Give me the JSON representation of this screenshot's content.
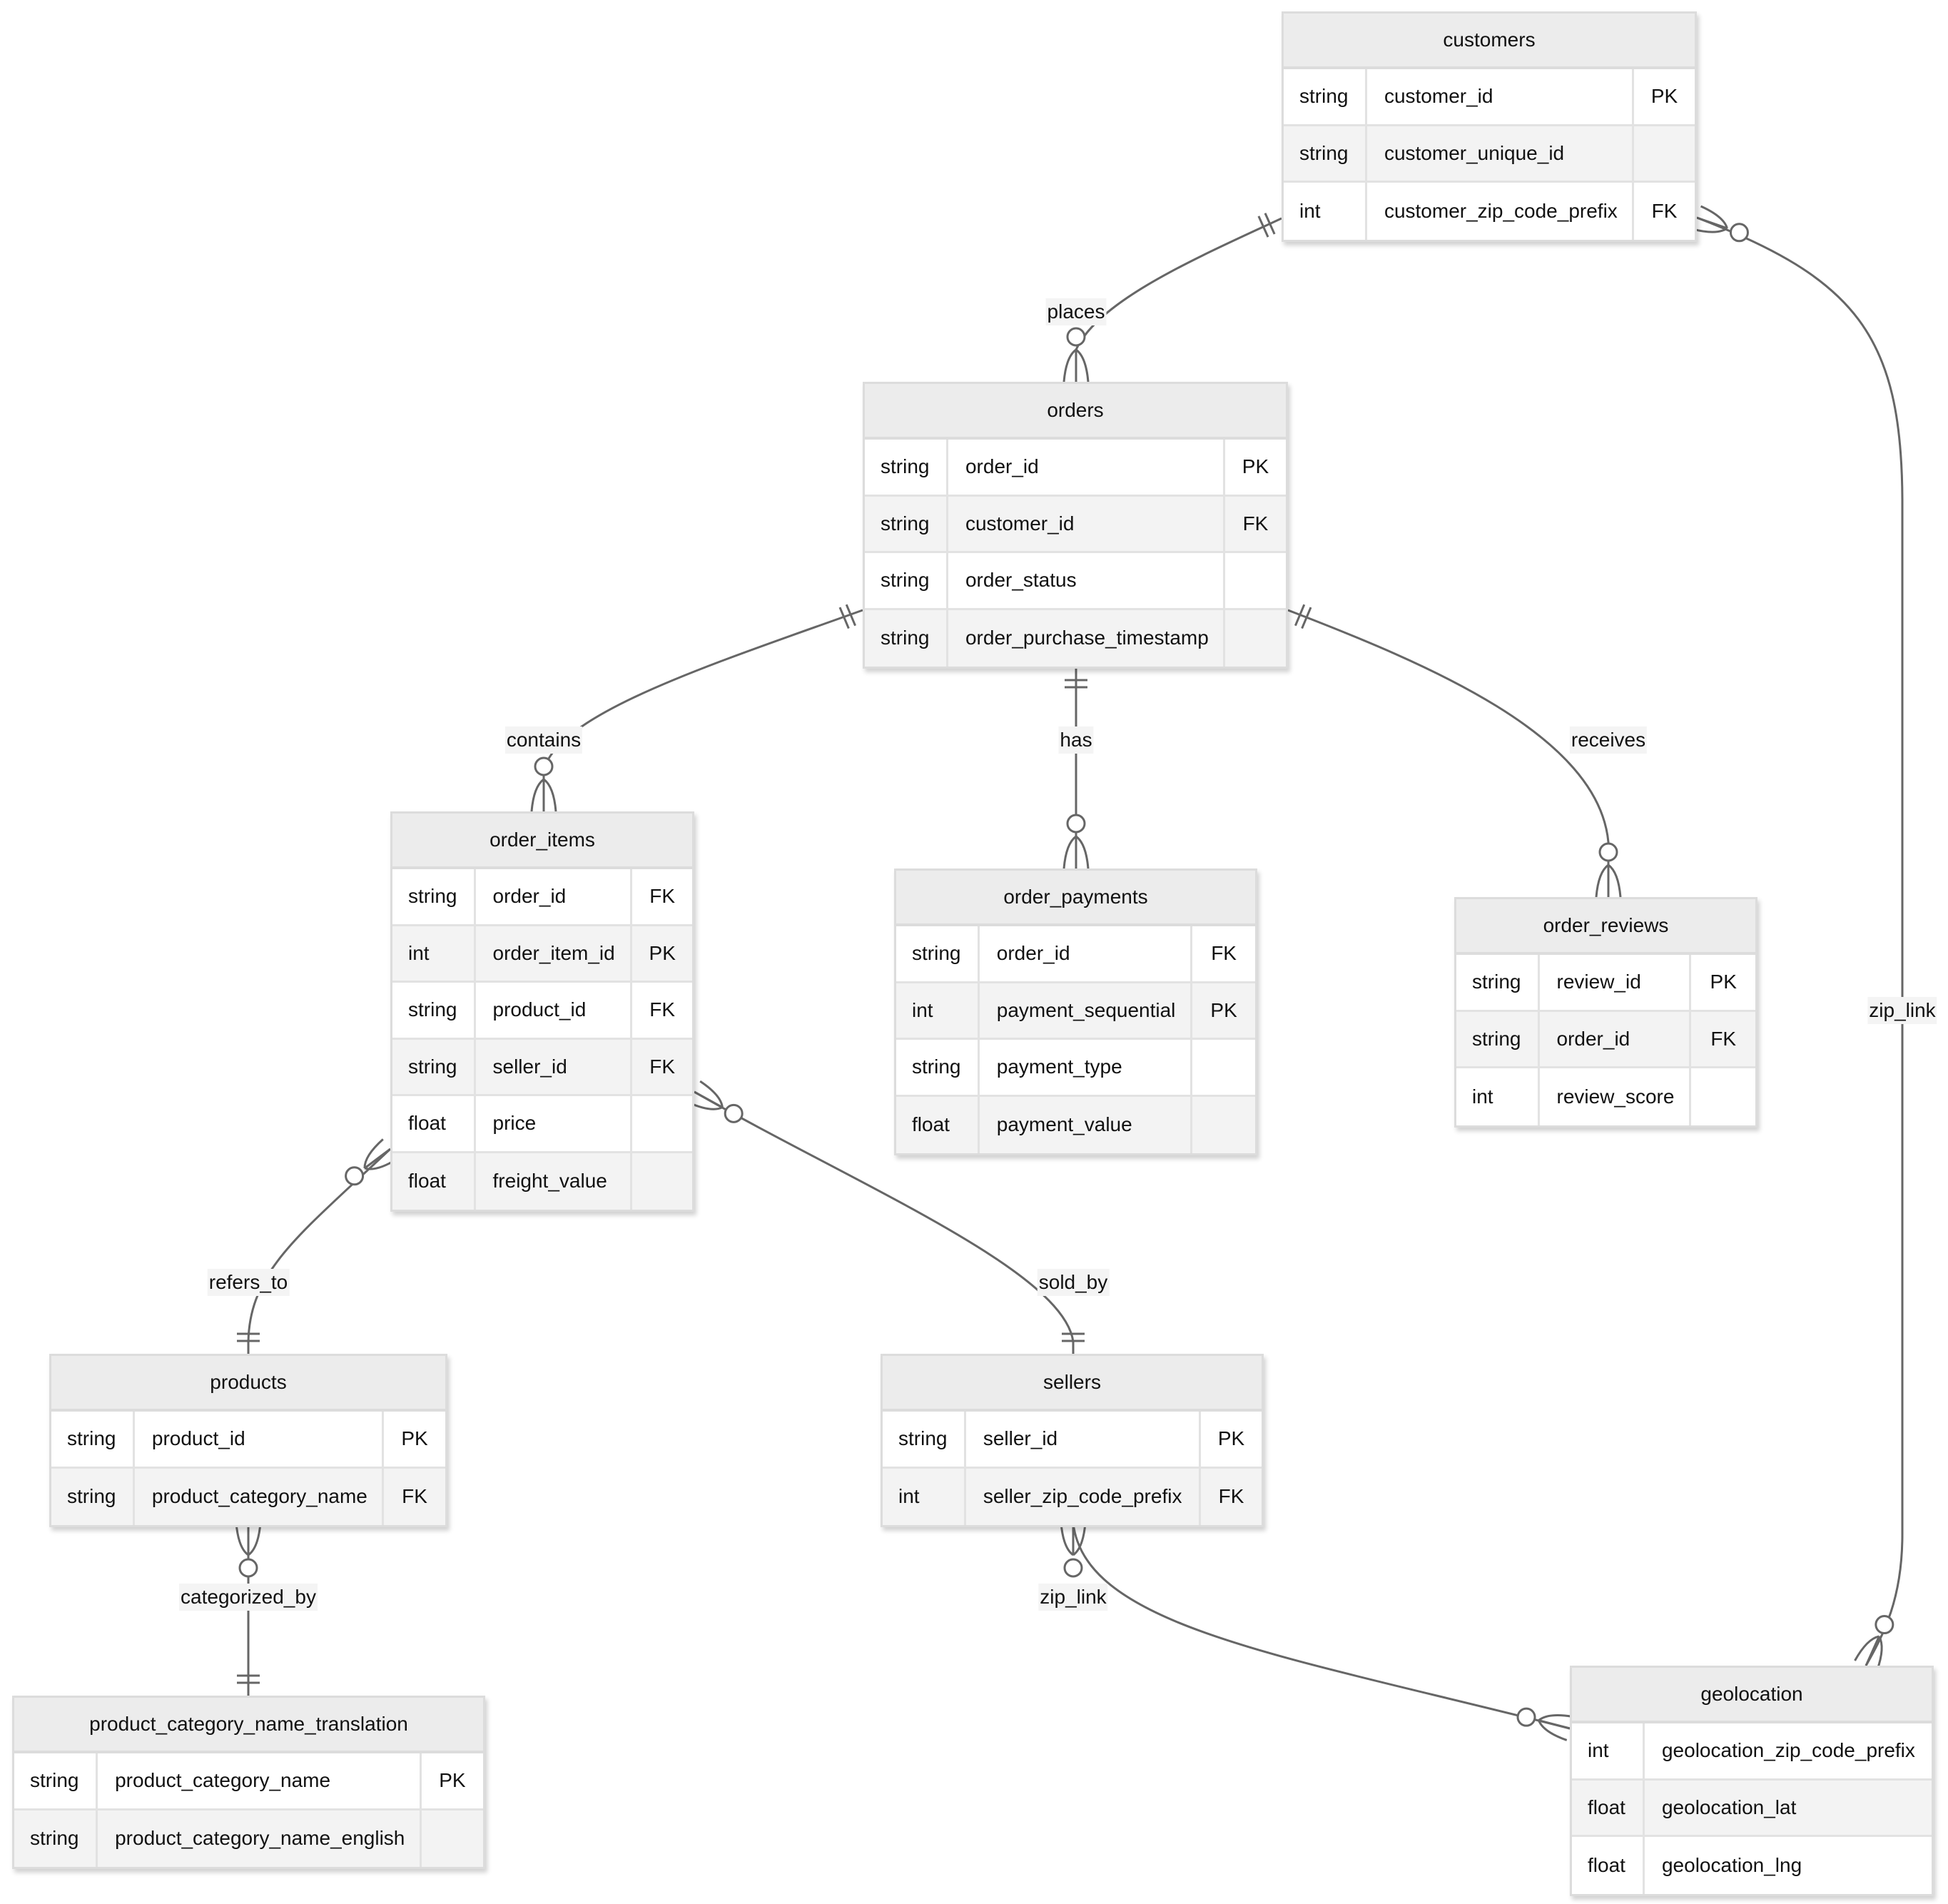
{
  "diagram": {
    "type": "entity-relationship",
    "entities": [
      {
        "id": "customers",
        "name": "customers",
        "columns": [
          {
            "type": "string",
            "name": "customer_id",
            "key": "PK"
          },
          {
            "type": "string",
            "name": "customer_unique_id",
            "key": ""
          },
          {
            "type": "int",
            "name": "customer_zip_code_prefix",
            "key": "FK"
          }
        ]
      },
      {
        "id": "orders",
        "name": "orders",
        "columns": [
          {
            "type": "string",
            "name": "order_id",
            "key": "PK"
          },
          {
            "type": "string",
            "name": "customer_id",
            "key": "FK"
          },
          {
            "type": "string",
            "name": "order_status",
            "key": ""
          },
          {
            "type": "string",
            "name": "order_purchase_timestamp",
            "key": ""
          }
        ]
      },
      {
        "id": "order_items",
        "name": "order_items",
        "columns": [
          {
            "type": "string",
            "name": "order_id",
            "key": "FK"
          },
          {
            "type": "int",
            "name": "order_item_id",
            "key": "PK"
          },
          {
            "type": "string",
            "name": "product_id",
            "key": "FK"
          },
          {
            "type": "string",
            "name": "seller_id",
            "key": "FK"
          },
          {
            "type": "float",
            "name": "price",
            "key": ""
          },
          {
            "type": "float",
            "name": "freight_value",
            "key": ""
          }
        ]
      },
      {
        "id": "order_payments",
        "name": "order_payments",
        "columns": [
          {
            "type": "string",
            "name": "order_id",
            "key": "FK"
          },
          {
            "type": "int",
            "name": "payment_sequential",
            "key": "PK"
          },
          {
            "type": "string",
            "name": "payment_type",
            "key": ""
          },
          {
            "type": "float",
            "name": "payment_value",
            "key": ""
          }
        ]
      },
      {
        "id": "order_reviews",
        "name": "order_reviews",
        "columns": [
          {
            "type": "string",
            "name": "review_id",
            "key": "PK"
          },
          {
            "type": "string",
            "name": "order_id",
            "key": "FK"
          },
          {
            "type": "int",
            "name": "review_score",
            "key": ""
          }
        ]
      },
      {
        "id": "products",
        "name": "products",
        "columns": [
          {
            "type": "string",
            "name": "product_id",
            "key": "PK"
          },
          {
            "type": "string",
            "name": "product_category_name",
            "key": "FK"
          }
        ]
      },
      {
        "id": "sellers",
        "name": "sellers",
        "columns": [
          {
            "type": "string",
            "name": "seller_id",
            "key": "PK"
          },
          {
            "type": "int",
            "name": "seller_zip_code_prefix",
            "key": "FK"
          }
        ]
      },
      {
        "id": "product_category_name_translation",
        "name": "product_category_name_translation",
        "columns": [
          {
            "type": "string",
            "name": "product_category_name",
            "key": "PK"
          },
          {
            "type": "string",
            "name": "product_category_name_english",
            "key": ""
          }
        ]
      },
      {
        "id": "geolocation",
        "name": "geolocation",
        "columns": [
          {
            "type": "int",
            "name": "geolocation_zip_code_prefix"
          },
          {
            "type": "float",
            "name": "geolocation_lat"
          },
          {
            "type": "float",
            "name": "geolocation_lng"
          }
        ]
      }
    ],
    "relationships": [
      {
        "id": "places",
        "label": "places",
        "from": "customers",
        "to": "orders",
        "from_card": "exactly-one",
        "to_card": "zero-or-many"
      },
      {
        "id": "contains",
        "label": "contains",
        "from": "orders",
        "to": "order_items",
        "from_card": "exactly-one",
        "to_card": "zero-or-many"
      },
      {
        "id": "has",
        "label": "has",
        "from": "orders",
        "to": "order_payments",
        "from_card": "exactly-one",
        "to_card": "zero-or-many"
      },
      {
        "id": "receives",
        "label": "receives",
        "from": "orders",
        "to": "order_reviews",
        "from_card": "exactly-one",
        "to_card": "zero-or-many"
      },
      {
        "id": "refers_to",
        "label": "refers_to",
        "from": "order_items",
        "to": "products",
        "from_card": "zero-or-many",
        "to_card": "exactly-one"
      },
      {
        "id": "sold_by",
        "label": "sold_by",
        "from": "order_items",
        "to": "sellers",
        "from_card": "zero-or-many",
        "to_card": "exactly-one"
      },
      {
        "id": "categorized_by",
        "label": "categorized_by",
        "from": "products",
        "to": "product_category_name_translation",
        "from_card": "zero-or-many",
        "to_card": "exactly-one"
      },
      {
        "id": "zip_link_sellers",
        "label": "zip_link",
        "from": "sellers",
        "to": "geolocation",
        "from_card": "zero-or-many",
        "to_card": "zero-or-many"
      },
      {
        "id": "zip_link_customers",
        "label": "zip_link",
        "from": "customers",
        "to": "geolocation",
        "from_card": "zero-or-many",
        "to_card": "zero-or-many"
      }
    ]
  },
  "colors": {
    "header_bg": "#ececec",
    "row_alt_bg": "#f3f3f3",
    "border": "#dcdcdc",
    "edge": "#666666",
    "label_bg": "#f4f4f4"
  }
}
